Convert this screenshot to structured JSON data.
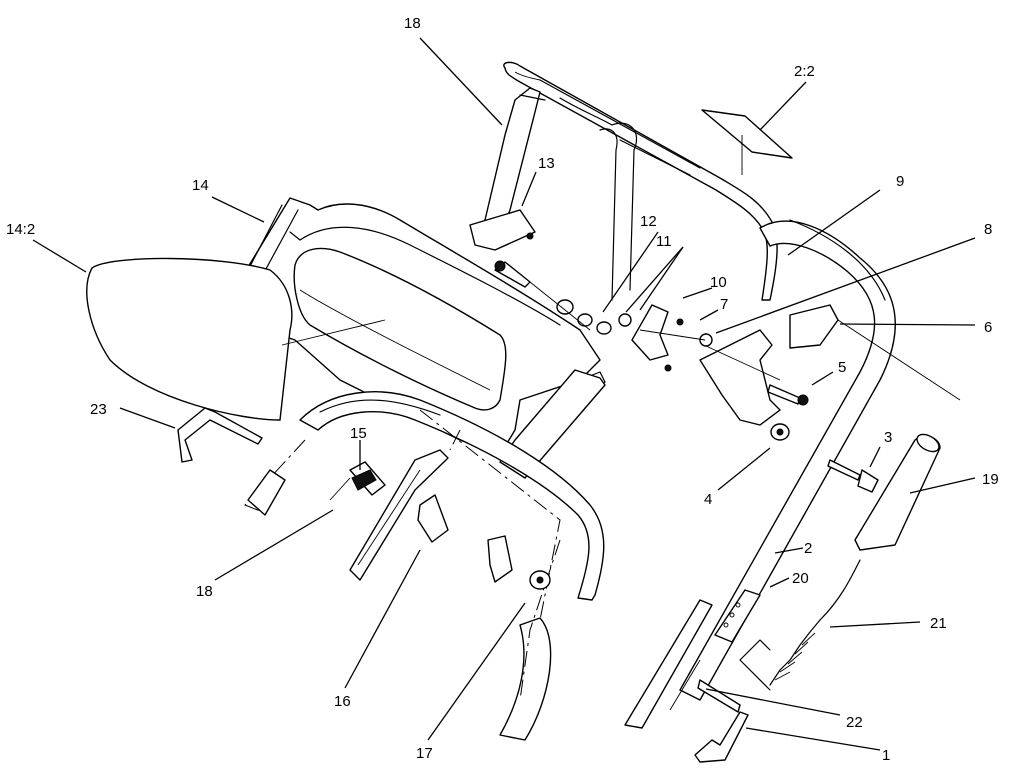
{
  "callouts": [
    {
      "id": "c18a",
      "label": "18"
    },
    {
      "id": "c22b",
      "label": "2:2"
    },
    {
      "id": "c13",
      "label": "13"
    },
    {
      "id": "c14",
      "label": "14"
    },
    {
      "id": "c142",
      "label": "14:2"
    },
    {
      "id": "c9",
      "label": "9"
    },
    {
      "id": "c8",
      "label": "8"
    },
    {
      "id": "c12",
      "label": "12"
    },
    {
      "id": "c11",
      "label": "11"
    },
    {
      "id": "c10",
      "label": "10"
    },
    {
      "id": "c7",
      "label": "7"
    },
    {
      "id": "c6",
      "label": "6"
    },
    {
      "id": "c5",
      "label": "5"
    },
    {
      "id": "c23",
      "label": "23"
    },
    {
      "id": "c15",
      "label": "15"
    },
    {
      "id": "c3",
      "label": "3"
    },
    {
      "id": "c19",
      "label": "19"
    },
    {
      "id": "c4",
      "label": "4"
    },
    {
      "id": "c2",
      "label": "2"
    },
    {
      "id": "c18b",
      "label": "18"
    },
    {
      "id": "c20",
      "label": "20"
    },
    {
      "id": "c21",
      "label": "21"
    },
    {
      "id": "c16",
      "label": "16"
    },
    {
      "id": "c22",
      "label": "22"
    },
    {
      "id": "c17",
      "label": "17"
    },
    {
      "id": "c1",
      "label": "1"
    }
  ]
}
